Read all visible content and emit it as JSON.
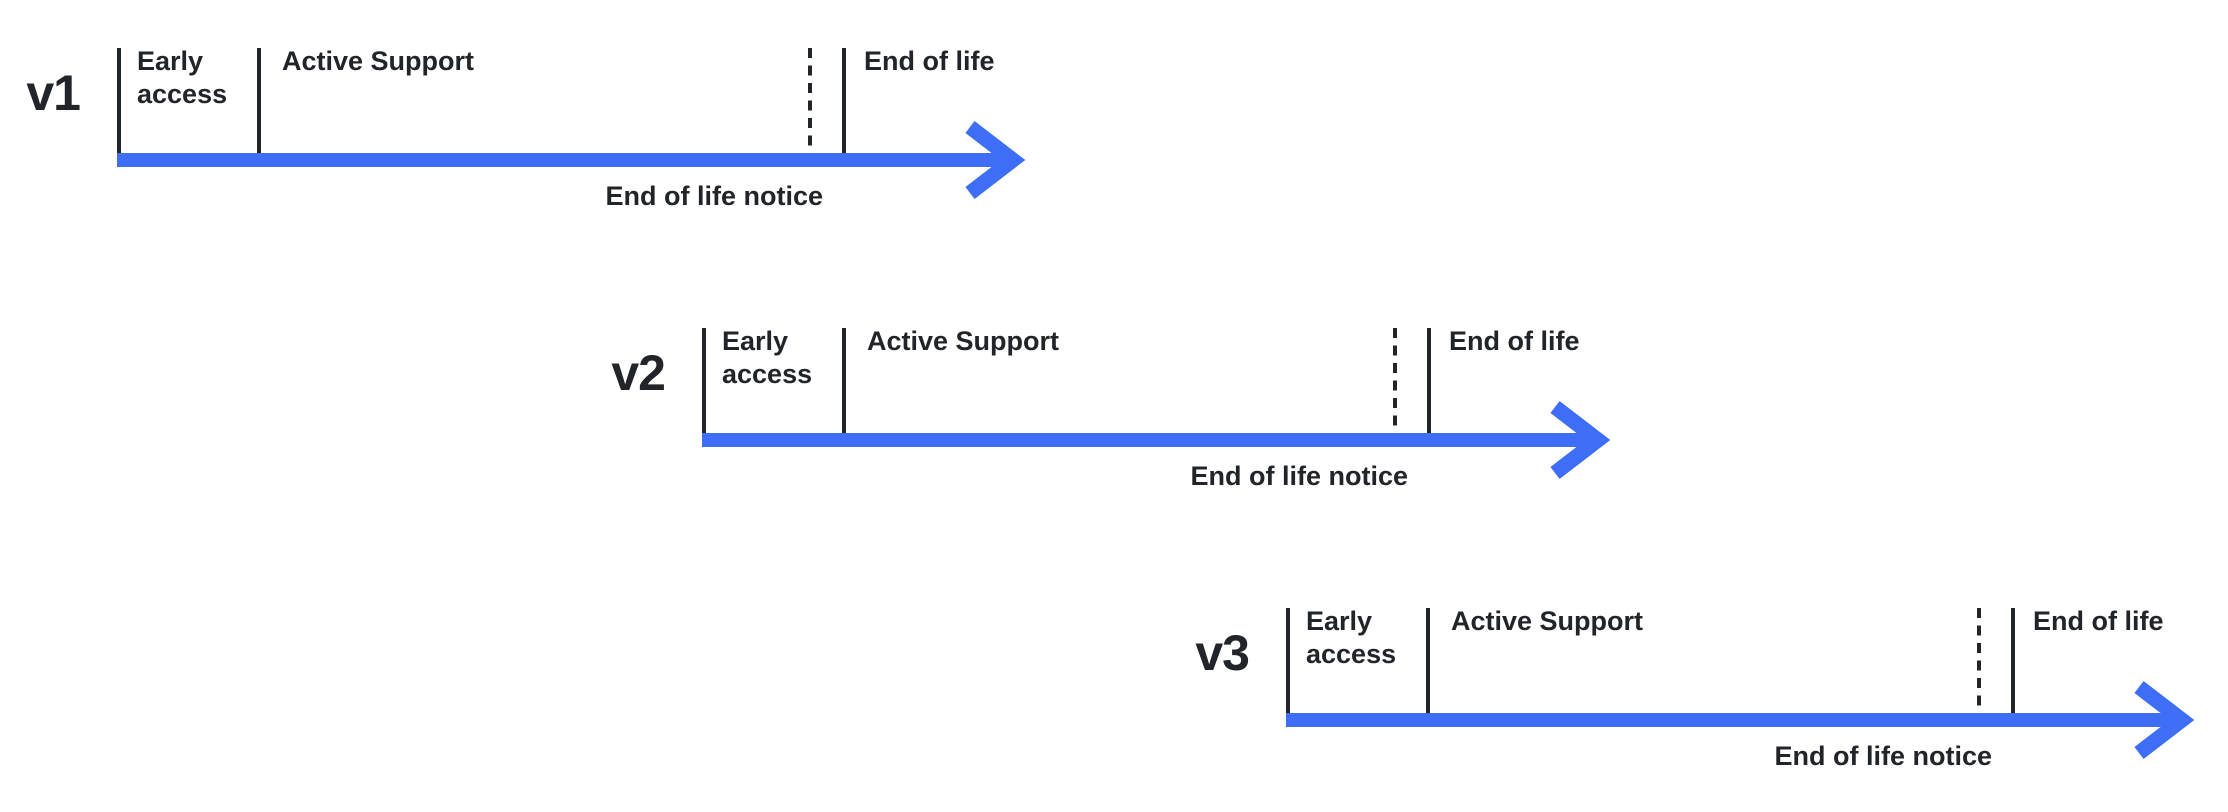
{
  "diagram": {
    "title_implied": "Version support lifecycle timelines",
    "colors": {
      "background": "#ffffff",
      "ink": "#212529",
      "accent_blue": "#3D6EF5"
    },
    "labels": {
      "early_access": "Early access",
      "active_support": "Active Support",
      "end_of_life": "End of life",
      "end_of_life_notice": "End of life notice"
    },
    "timelines": [
      {
        "version": "v1",
        "phases": [
          "Early access",
          "Active Support",
          "End of life notice",
          "End of life"
        ]
      },
      {
        "version": "v2",
        "phases": [
          "Early access",
          "Active Support",
          "End of life notice",
          "End of life"
        ]
      },
      {
        "version": "v3",
        "phases": [
          "Early access",
          "Active Support",
          "End of life notice",
          "End of life"
        ]
      }
    ]
  }
}
